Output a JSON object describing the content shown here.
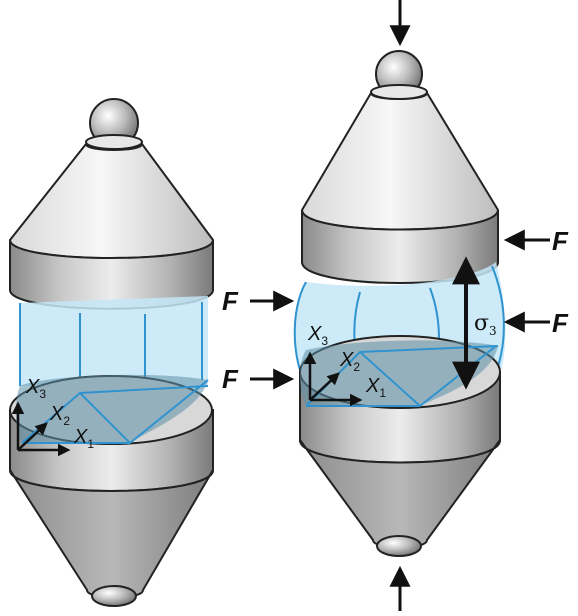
{
  "colors": {
    "metal_light": "#e6e6e6",
    "metal_mid": "#b5b5b5",
    "metal_dark": "#7a7a7a",
    "sample_fill": "#bfe4f6",
    "sample_edge": "#2f93cf",
    "arrow": "#111111"
  },
  "left_sample": {
    "axes": {
      "x1": "X",
      "x1_sub": "1",
      "x2": "X",
      "x2_sub": "2",
      "x3": "X",
      "x3_sub": "3"
    }
  },
  "right_sample": {
    "axes": {
      "x1": "X",
      "x1_sub": "1",
      "x2": "X",
      "x2_sub": "2",
      "x3": "X",
      "x3_sub": "3"
    },
    "forces": [
      "F",
      "F",
      "F",
      "F"
    ],
    "stress_symbol": "σ",
    "stress_sub": "3"
  },
  "icons": [
    "steel-ball-icon",
    "force-arrow-icon",
    "double-arrow-icon"
  ]
}
